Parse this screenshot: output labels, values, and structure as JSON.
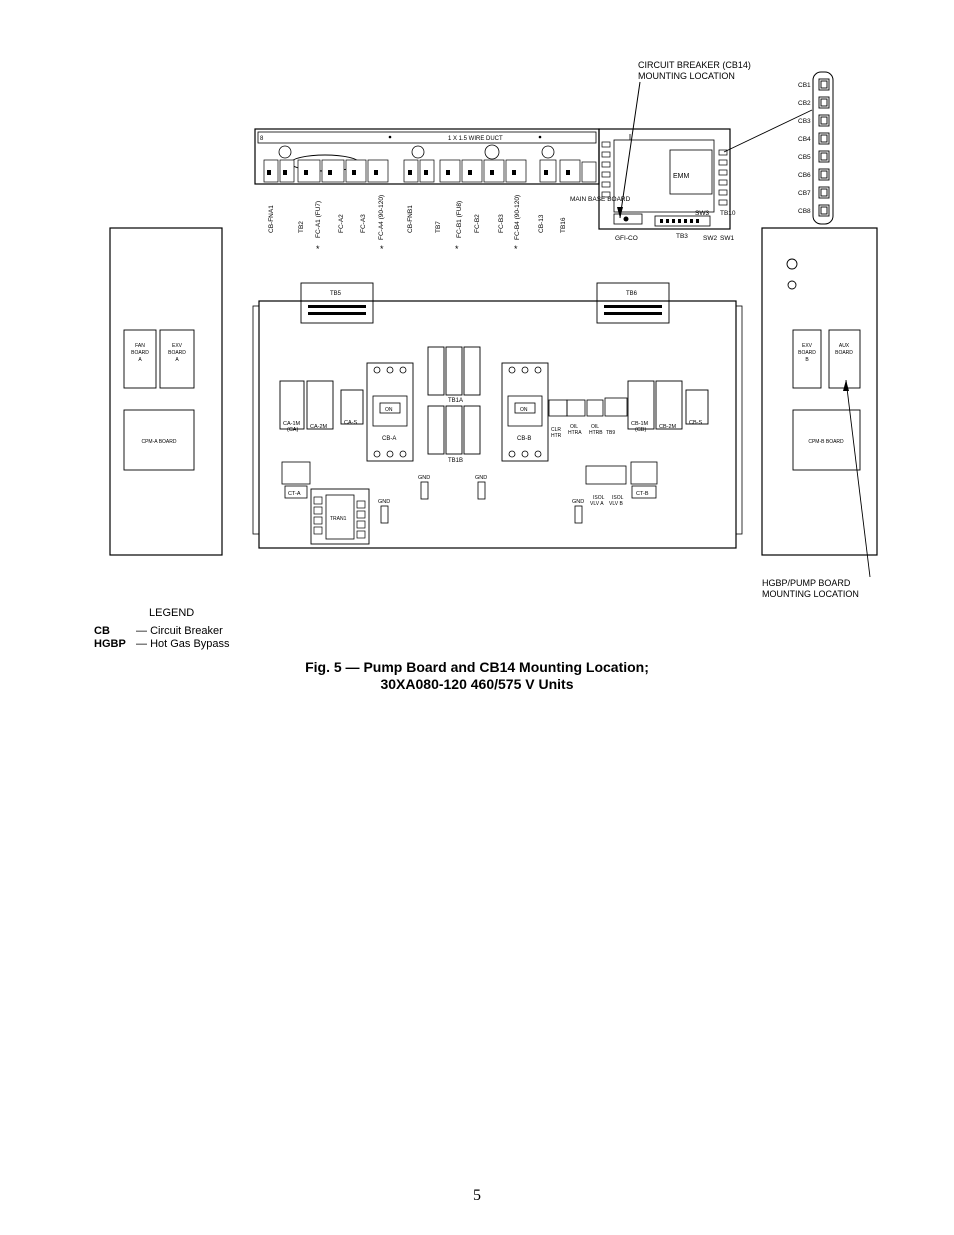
{
  "callouts": {
    "cb14": [
      "CIRCUIT BREAKER (CB14)",
      "MOUNTING LOCATION"
    ],
    "hgbp": [
      "HGBP/PUMP BOARD",
      "MOUNTING LOCATION"
    ]
  },
  "top_panel": {
    "duct_label": "1 X 1.5 WIRE DUCT",
    "terminal_labels": [
      "CB-FNA1",
      "TB2",
      "FC-A1 (FU7)",
      "FC-A2",
      "FC-A3",
      "FC-A4 (90-120)",
      "CB-FNB1",
      "TB7",
      "FC-B1 (FU8)",
      "FC-B2",
      "FC-B3",
      "FC-B4 (90-120)",
      "CB-13",
      "TB16"
    ]
  },
  "control_box": {
    "labels": [
      "MAIN BASE BOARD",
      "EMM",
      "GFI-CO",
      "TB3",
      "SW2",
      "SW1",
      "SW3",
      "TB10"
    ]
  },
  "breakers": [
    "CB1",
    "CB2",
    "CB3",
    "CB4",
    "CB5",
    "CB6",
    "CB7",
    "CB8"
  ],
  "left_panel": {
    "fan_board": [
      "FAN",
      "BOARD",
      "A"
    ],
    "exv_board": [
      "EXV",
      "BOARD",
      "A"
    ],
    "cpm_board": "CPM-A BOARD"
  },
  "right_panel": {
    "exv_board": [
      "EXV",
      "BOARD",
      "B"
    ],
    "aux_board": [
      "AUX",
      "BOARD"
    ],
    "cpm_board": "CPM-B BOARD"
  },
  "main_panel": {
    "tb5": "TB5",
    "tb6": "TB6",
    "tb1a": "TB1A",
    "tb1b": "TB1B",
    "cb_a": "CB-A",
    "cb_b": "CB-B",
    "on": "ON",
    "ca_1m": [
      "CA-1M",
      "(CA)"
    ],
    "ca_2m": "CA-2M",
    "ca_s": "CA-S",
    "cb_1m": [
      "CB-1M",
      "(CB)"
    ],
    "cb_2m": "CB-2M",
    "cb_s": "CB-S",
    "ct_a": "CT-A",
    "ct_b": "CT-B",
    "tran1": "TRAN1",
    "gnd": "GND",
    "clr_htr": [
      "CLR",
      "HTR"
    ],
    "oil_htra": [
      "OIL",
      "HTRA"
    ],
    "oil_htrb": [
      "OIL",
      "HTRB"
    ],
    "tb9": "TB9",
    "isol_a": [
      "ISOL",
      "VLV A"
    ],
    "isol_b": [
      "ISOL",
      "VLV B"
    ]
  },
  "legend": {
    "title": "LEGEND",
    "items": [
      {
        "abbr": "CB",
        "desc": "Circuit Breaker"
      },
      {
        "abbr": "HGBP",
        "desc": "Hot Gas Bypass"
      }
    ]
  },
  "caption": {
    "line1": "Fig. 5 — Pump Board and CB14 Mounting Location;",
    "line2": "30XA080-120 460/575 V Units"
  },
  "page_number": "5"
}
